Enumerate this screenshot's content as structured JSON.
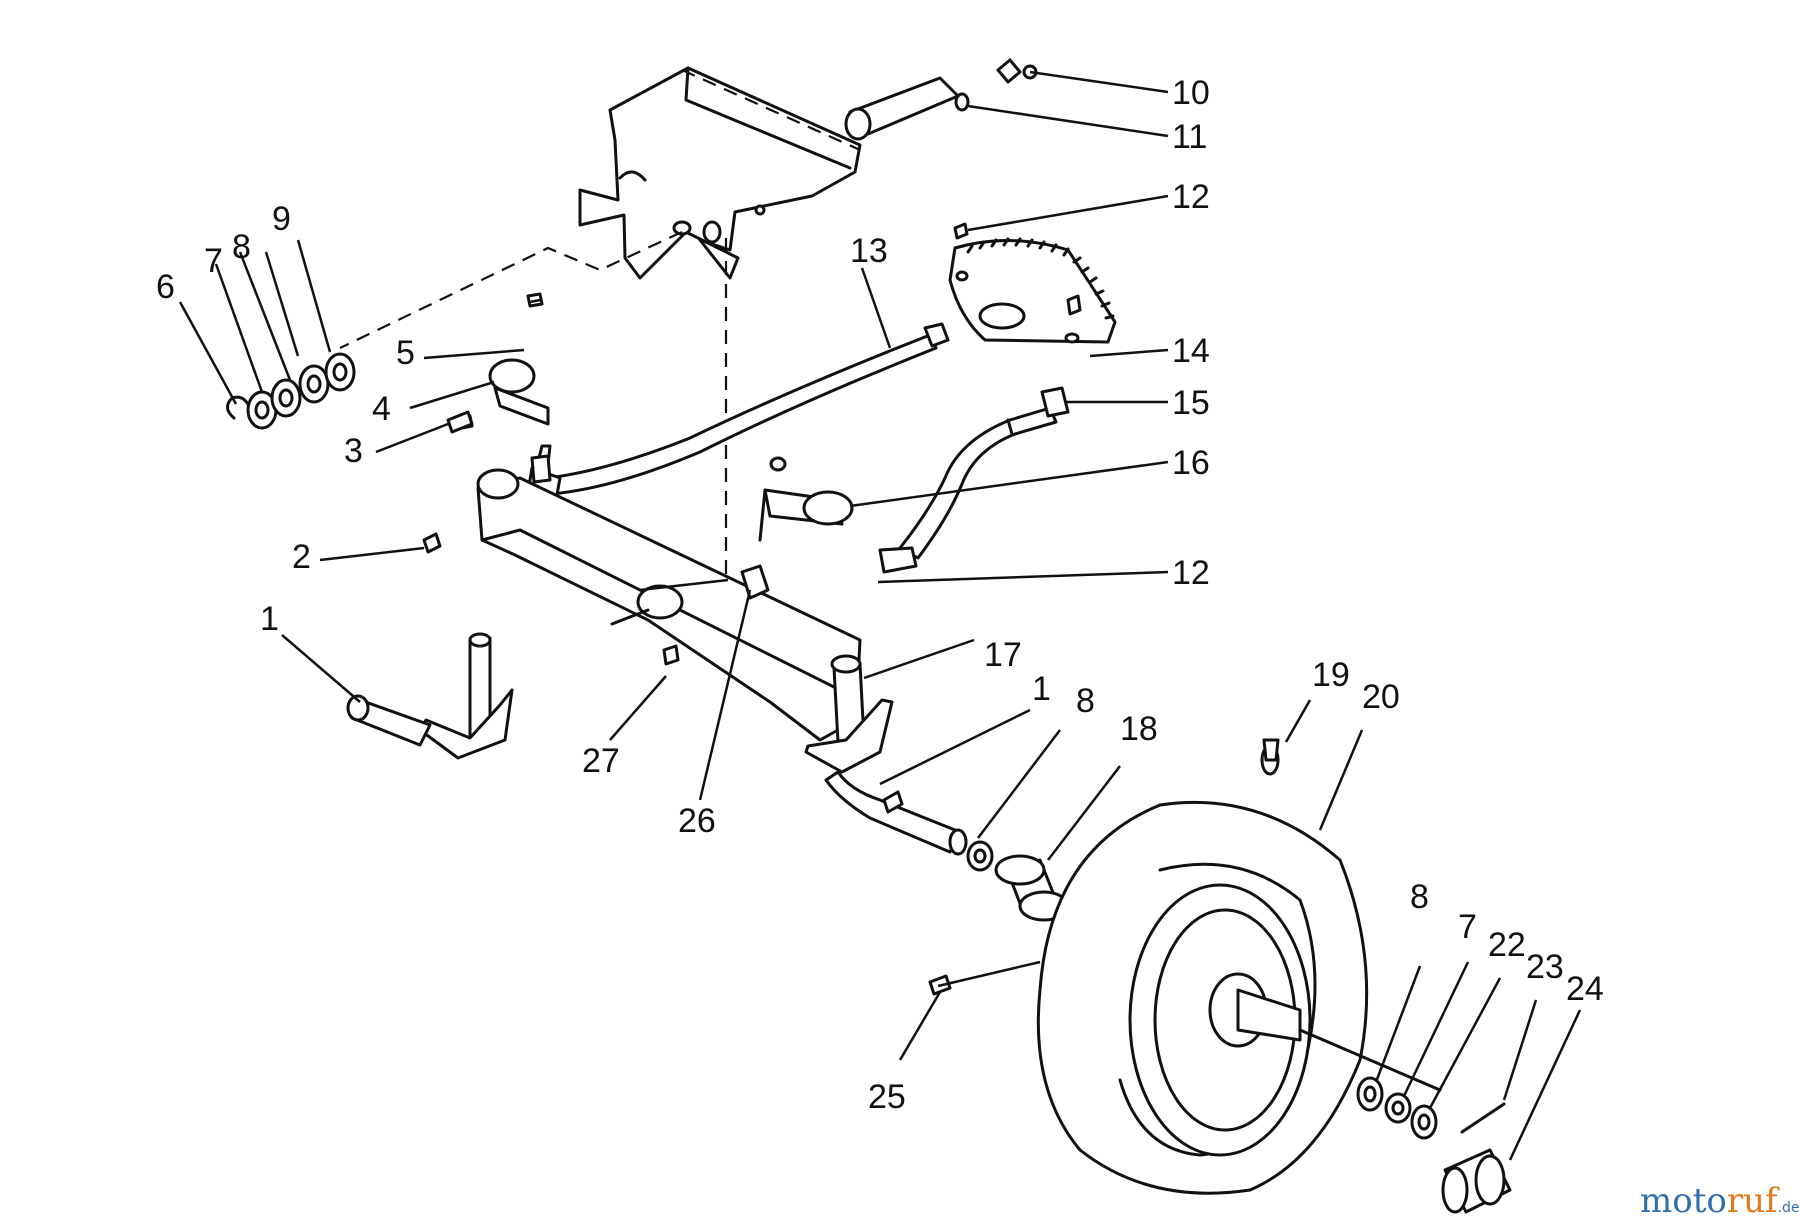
{
  "callouts": [
    {
      "id": "c10",
      "text": "10"
    },
    {
      "id": "c11",
      "text": "11"
    },
    {
      "id": "c12a",
      "text": "12"
    },
    {
      "id": "c13",
      "text": "13"
    },
    {
      "id": "c14",
      "text": "14"
    },
    {
      "id": "c15",
      "text": "15"
    },
    {
      "id": "c16",
      "text": "16"
    },
    {
      "id": "c12b",
      "text": "12"
    },
    {
      "id": "c9",
      "text": "9"
    },
    {
      "id": "c8a",
      "text": "8"
    },
    {
      "id": "c7a",
      "text": "7"
    },
    {
      "id": "c6",
      "text": "6"
    },
    {
      "id": "c5",
      "text": "5"
    },
    {
      "id": "c4",
      "text": "4"
    },
    {
      "id": "c3",
      "text": "3"
    },
    {
      "id": "c2",
      "text": "2"
    },
    {
      "id": "c1a",
      "text": "1"
    },
    {
      "id": "c17",
      "text": "17"
    },
    {
      "id": "c1b",
      "text": "1"
    },
    {
      "id": "c8b",
      "text": "8"
    },
    {
      "id": "c18",
      "text": "18"
    },
    {
      "id": "c19",
      "text": "19"
    },
    {
      "id": "c20",
      "text": "20"
    },
    {
      "id": "c27",
      "text": "27"
    },
    {
      "id": "c26",
      "text": "26"
    },
    {
      "id": "c8c",
      "text": "8"
    },
    {
      "id": "c7b",
      "text": "7"
    },
    {
      "id": "c22",
      "text": "22"
    },
    {
      "id": "c23",
      "text": "23"
    },
    {
      "id": "c24",
      "text": "24"
    },
    {
      "id": "c25",
      "text": "25"
    }
  ],
  "watermark": {
    "part1": "moto",
    "part2": "ruf",
    "suffix": ".de",
    "brand_blue": "#2f6fb0",
    "brand_orange": "#e07a1f"
  }
}
